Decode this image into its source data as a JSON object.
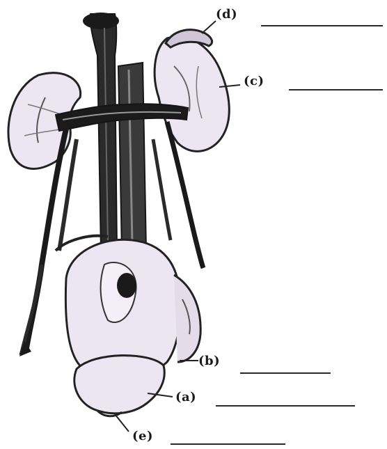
{
  "diagram": {
    "labels": {
      "d": "(d)",
      "c": "(c)",
      "b": "(b)",
      "a": "(a)",
      "e": "(e)"
    },
    "colors": {
      "outline": "#222222",
      "organ_fill": "#ece6f2",
      "vessel": "#151515",
      "background": "#ffffff"
    }
  }
}
